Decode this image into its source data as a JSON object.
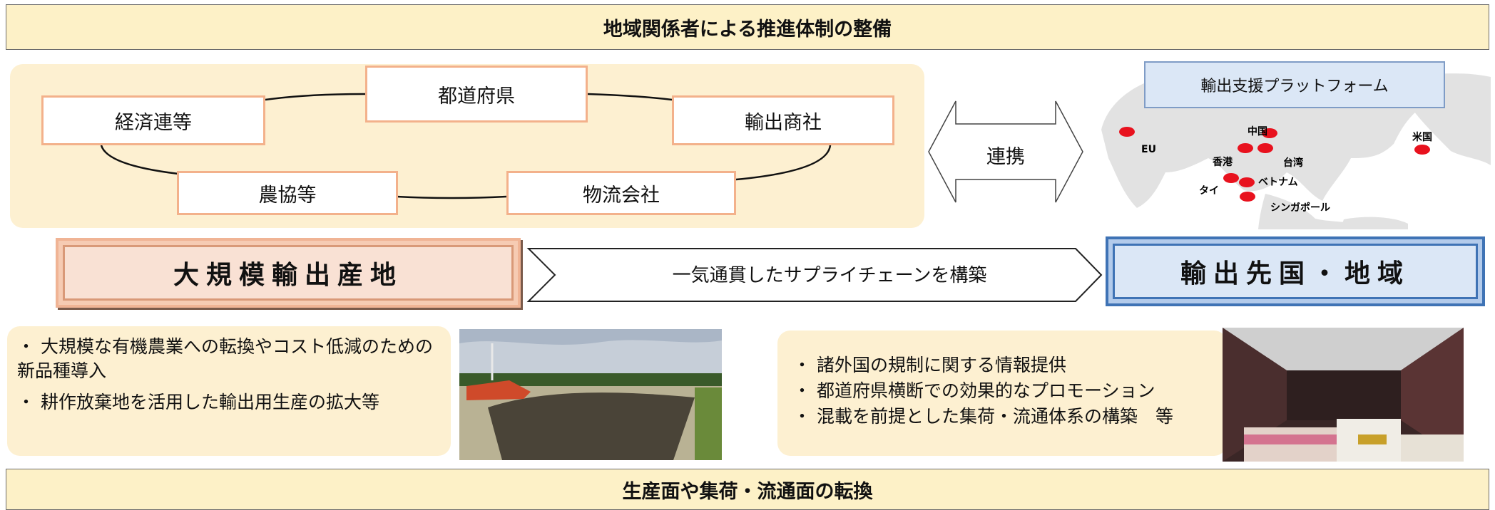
{
  "top_banner": {
    "title": "地域関係者による推進体制の整備"
  },
  "org_network": {
    "nodes": {
      "prefecture": "都道府県",
      "economic": "経済連等",
      "trading": "輸出商社",
      "ja": "農協等",
      "logistics": "物流会社"
    }
  },
  "link_arrow": {
    "label": "連携"
  },
  "map": {
    "platform_label": "輸出支援プラットフォーム",
    "markers": [
      "EU",
      "中国",
      "香港",
      "台湾",
      "タイ",
      "ベトナム",
      "シンガポール",
      "米国"
    ],
    "marker_color": "#e8121e"
  },
  "source_box": {
    "label": "大規模輸出産地"
  },
  "supply_chain": {
    "label": "一気通貫したサプライチェーンを構築"
  },
  "destination_box": {
    "label": "輸出先国・地域"
  },
  "left_panel": {
    "bullets": [
      "・ 大規模な有機農業への転換やコスト低減のための新品種導入",
      "・ 耕作放棄地を活用した輸出用生産の拡大等"
    ]
  },
  "right_panel": {
    "bullets": [
      "・ 諸外国の規制に関する情報提供",
      "・ 都道府県横断での効果的なプロモーション",
      "・ 混載を前提とした集荷・流通体系の構築　等"
    ]
  },
  "bottom_banner": {
    "title": "生産面や集荷・流通面の転換"
  }
}
